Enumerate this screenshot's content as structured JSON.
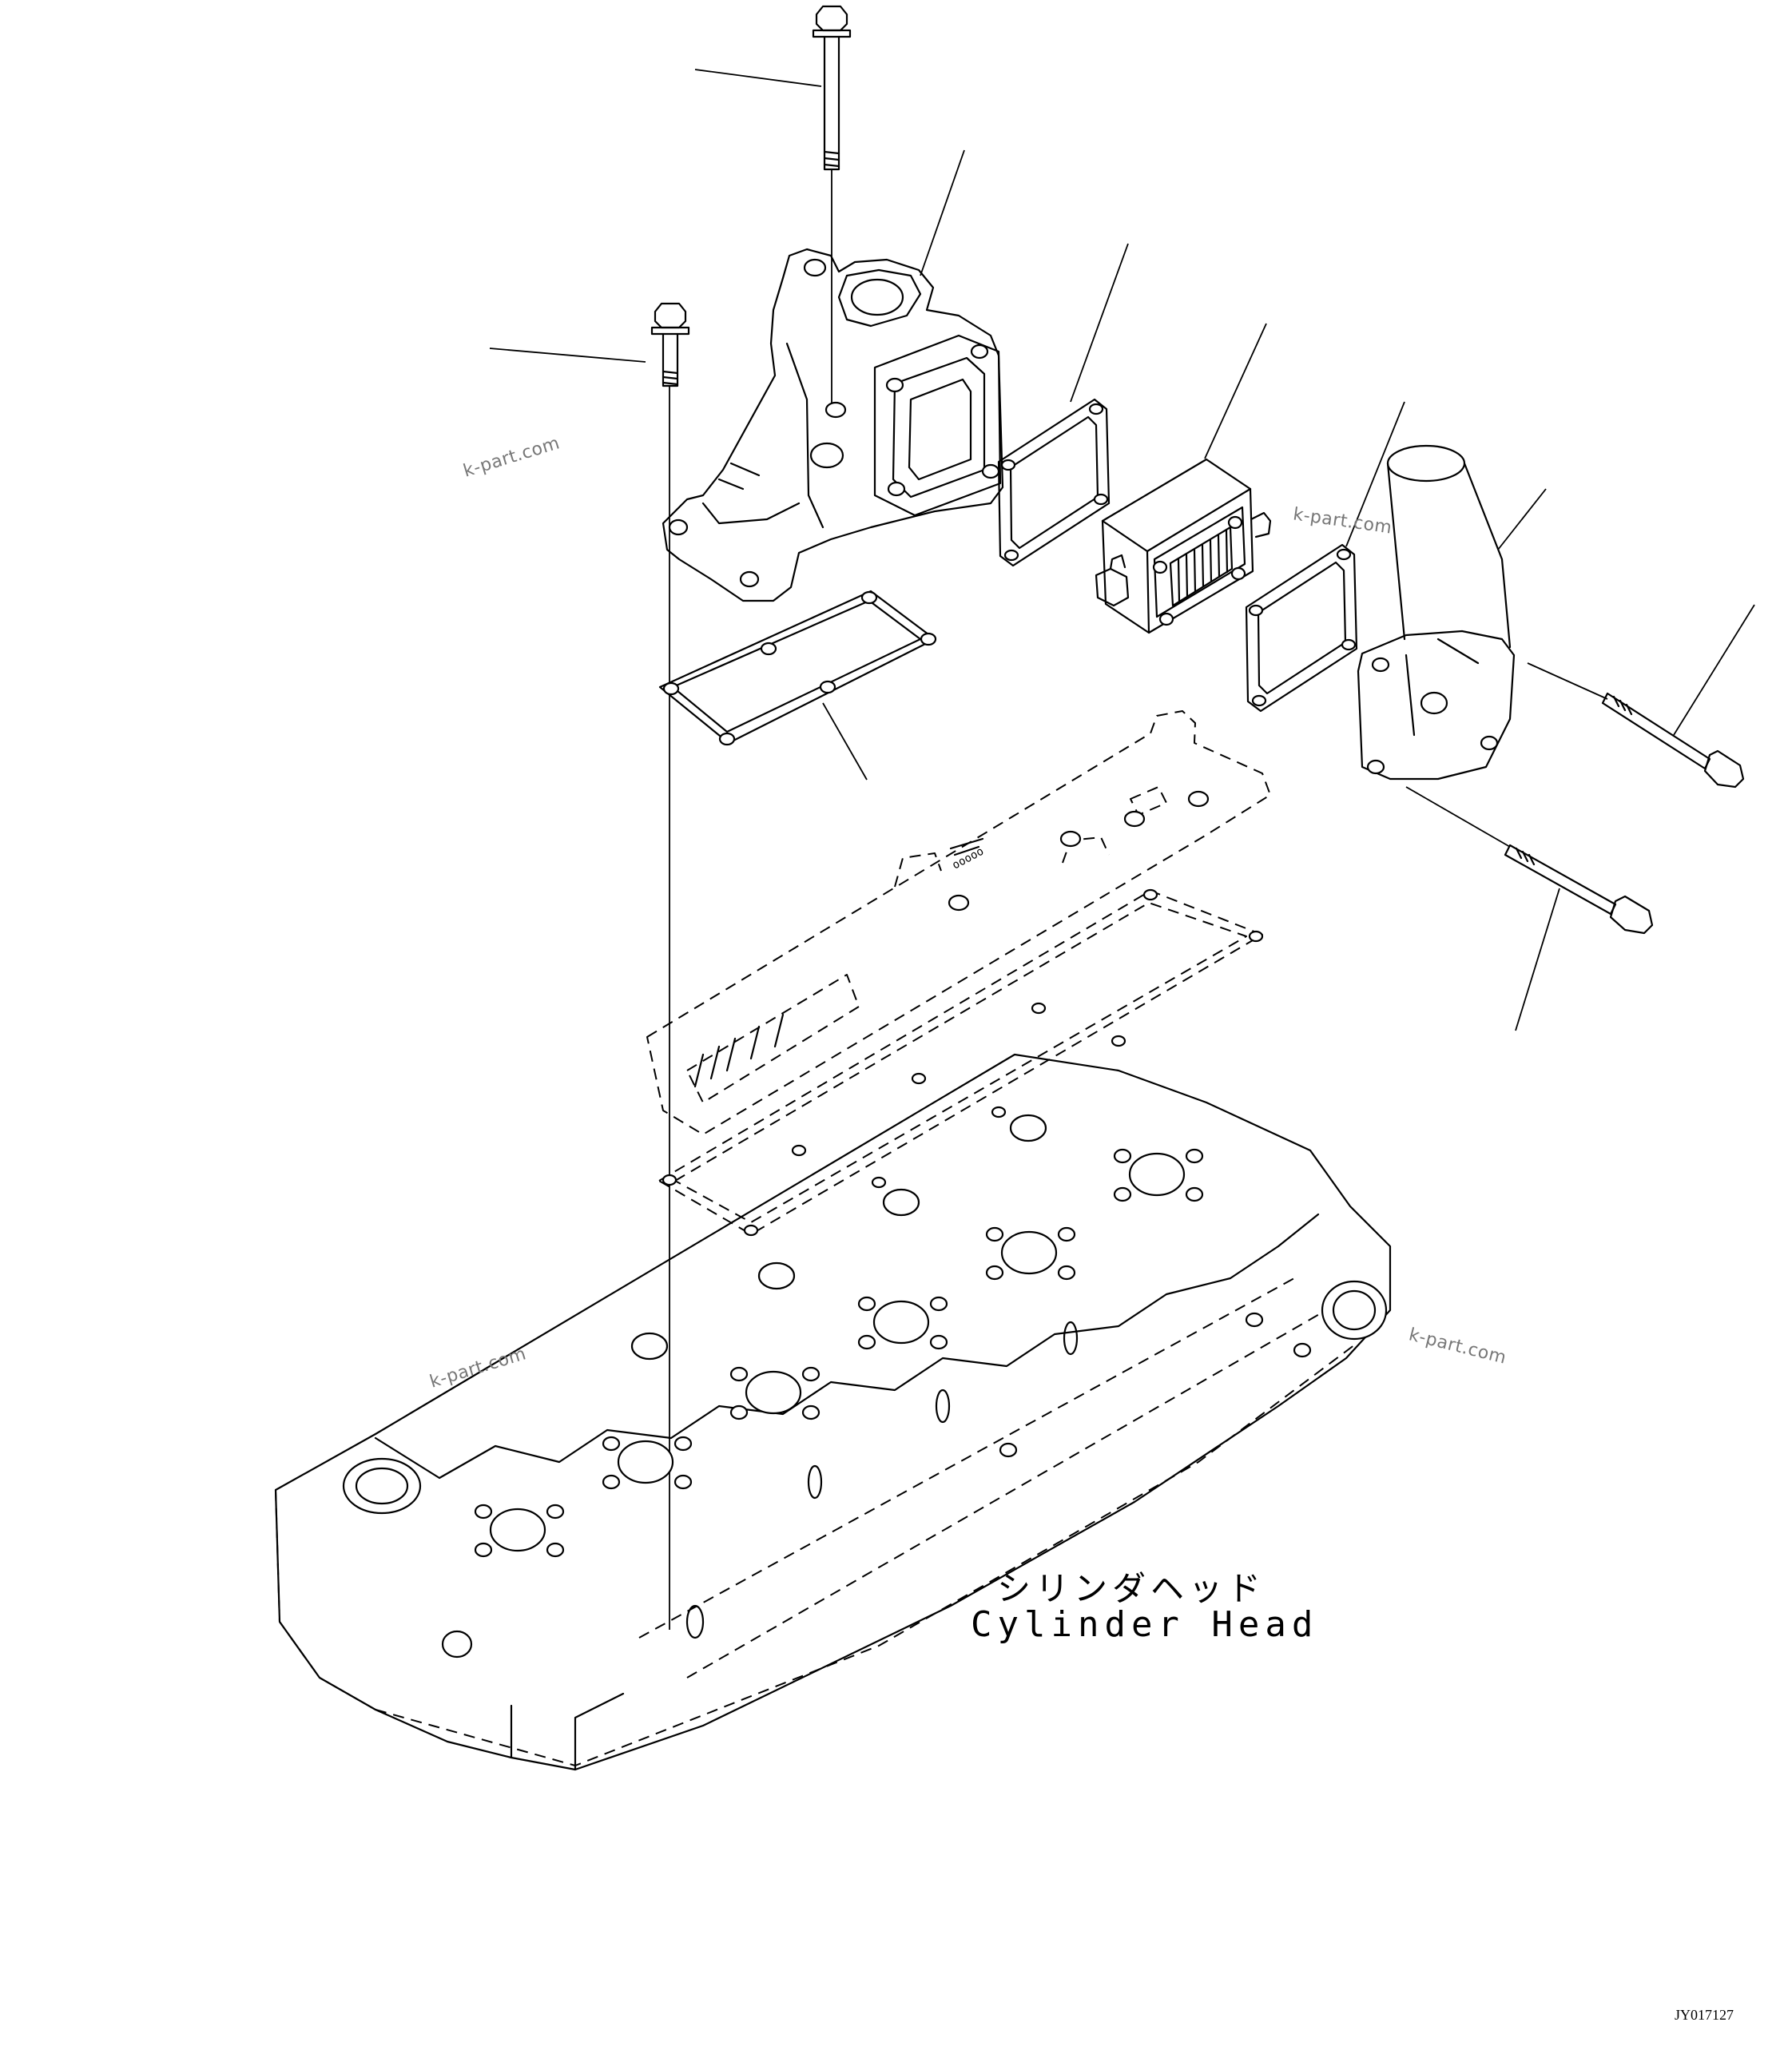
{
  "labels": {
    "japanese": "シリンダヘッド",
    "english": "Cylinder Head",
    "drawing_code": "JY017127"
  },
  "watermarks": [
    "k-part.com",
    "k-part.com",
    "k-part.com",
    "k-part.com"
  ]
}
